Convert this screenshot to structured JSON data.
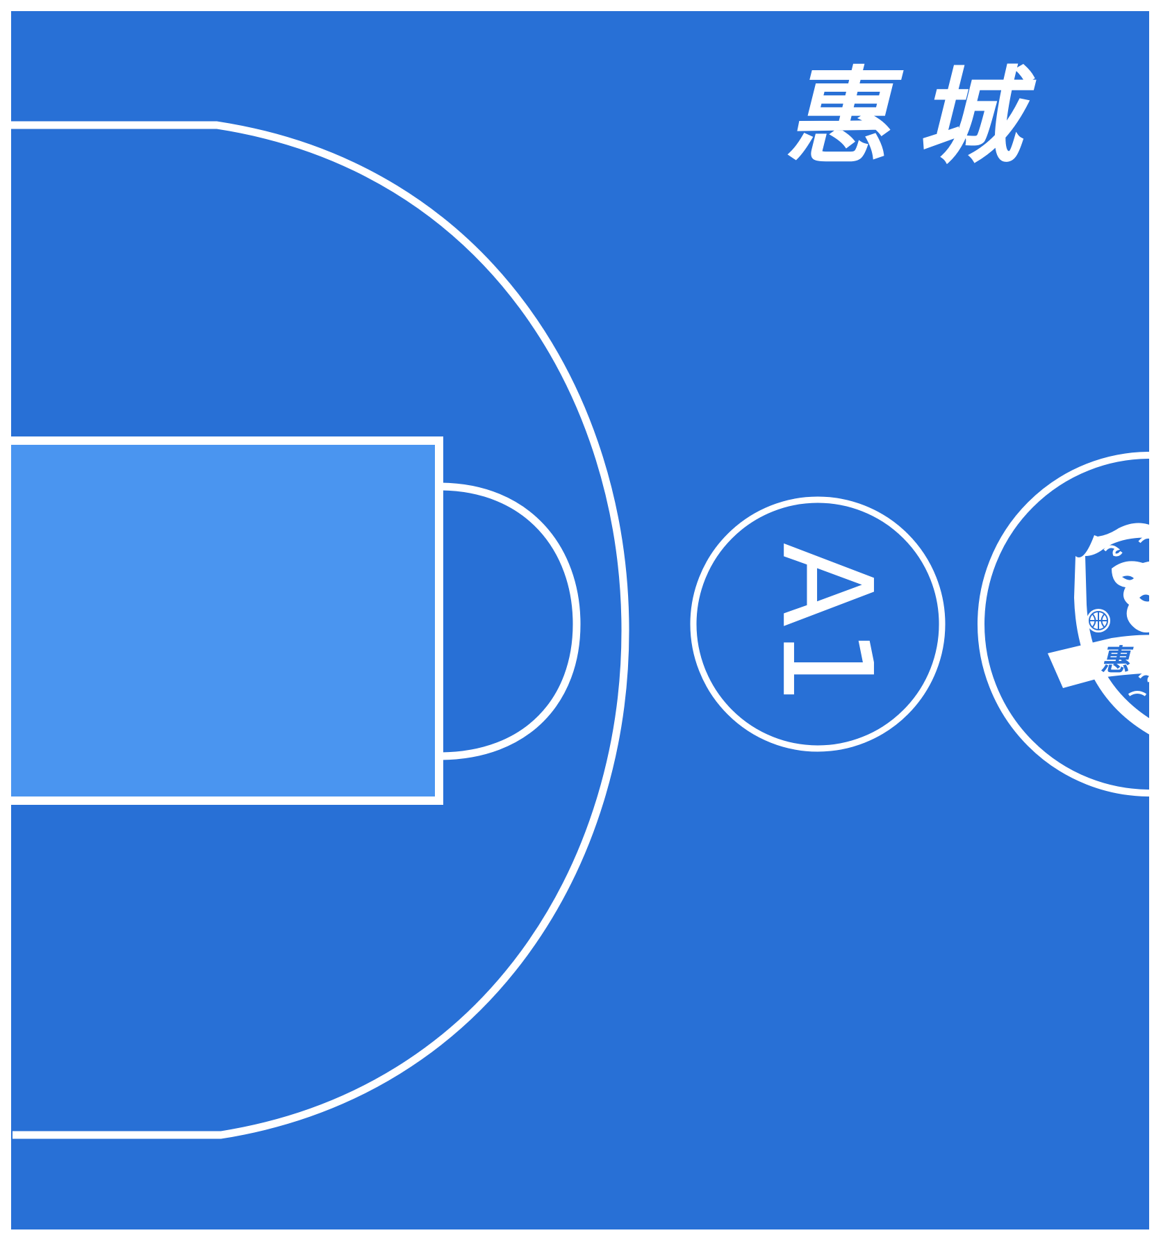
{
  "court": {
    "brand_title": "惠城",
    "zone_label": "A1",
    "logo": {
      "name": "dragon-basketball-crest",
      "lettering": "惠"
    }
  },
  "colors": {
    "court_blue": "#2870d6",
    "key_blue": "#4a95f0",
    "line_white": "#ffffff",
    "page_white": "#ffffff"
  }
}
